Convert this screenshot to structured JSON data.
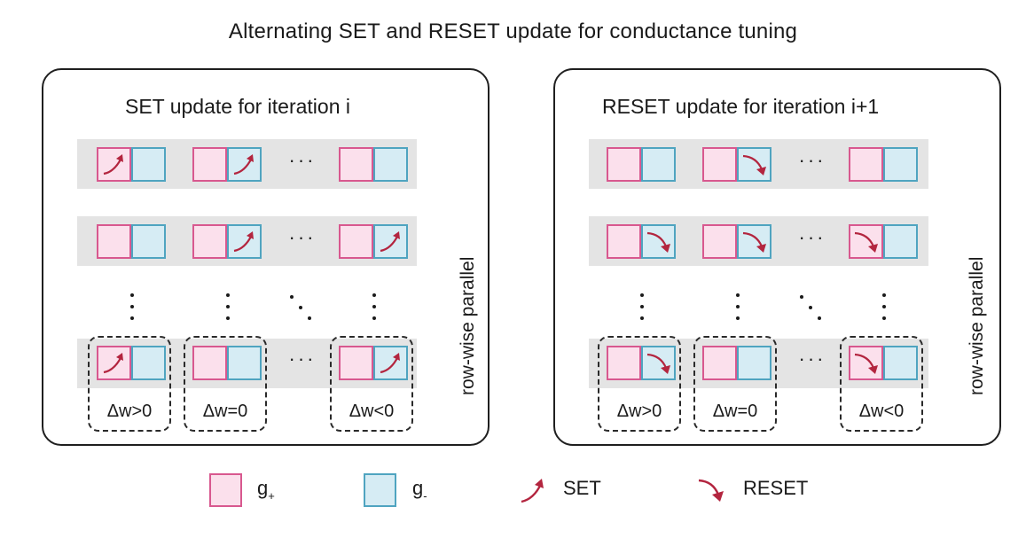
{
  "title": "Alternating SET and RESET update for conductance tuning",
  "panels": {
    "left": {
      "title": "SET update for iteration i",
      "side_label": "row-wise parallel",
      "dw_labels": [
        "Δw>0",
        "Δw=0",
        "Δw<0"
      ]
    },
    "right": {
      "title": "RESET update for iteration i+1",
      "side_label": "row-wise parallel",
      "dw_labels": [
        "Δw>0",
        "Δw=0",
        "Δw<0"
      ]
    }
  },
  "legend": {
    "g_plus": "g",
    "g_plus_sub": "+",
    "g_minus": "g",
    "g_minus_sub": "-",
    "set": "SET",
    "reset": "RESET"
  },
  "colors": {
    "g_plus_fill": "#fbe0ec",
    "g_plus_border": "#d8588f",
    "g_minus_fill": "#d6ecf4",
    "g_minus_border": "#4fa4c0",
    "arrow": "#b3253f",
    "row_band": "#e4e4e4"
  }
}
